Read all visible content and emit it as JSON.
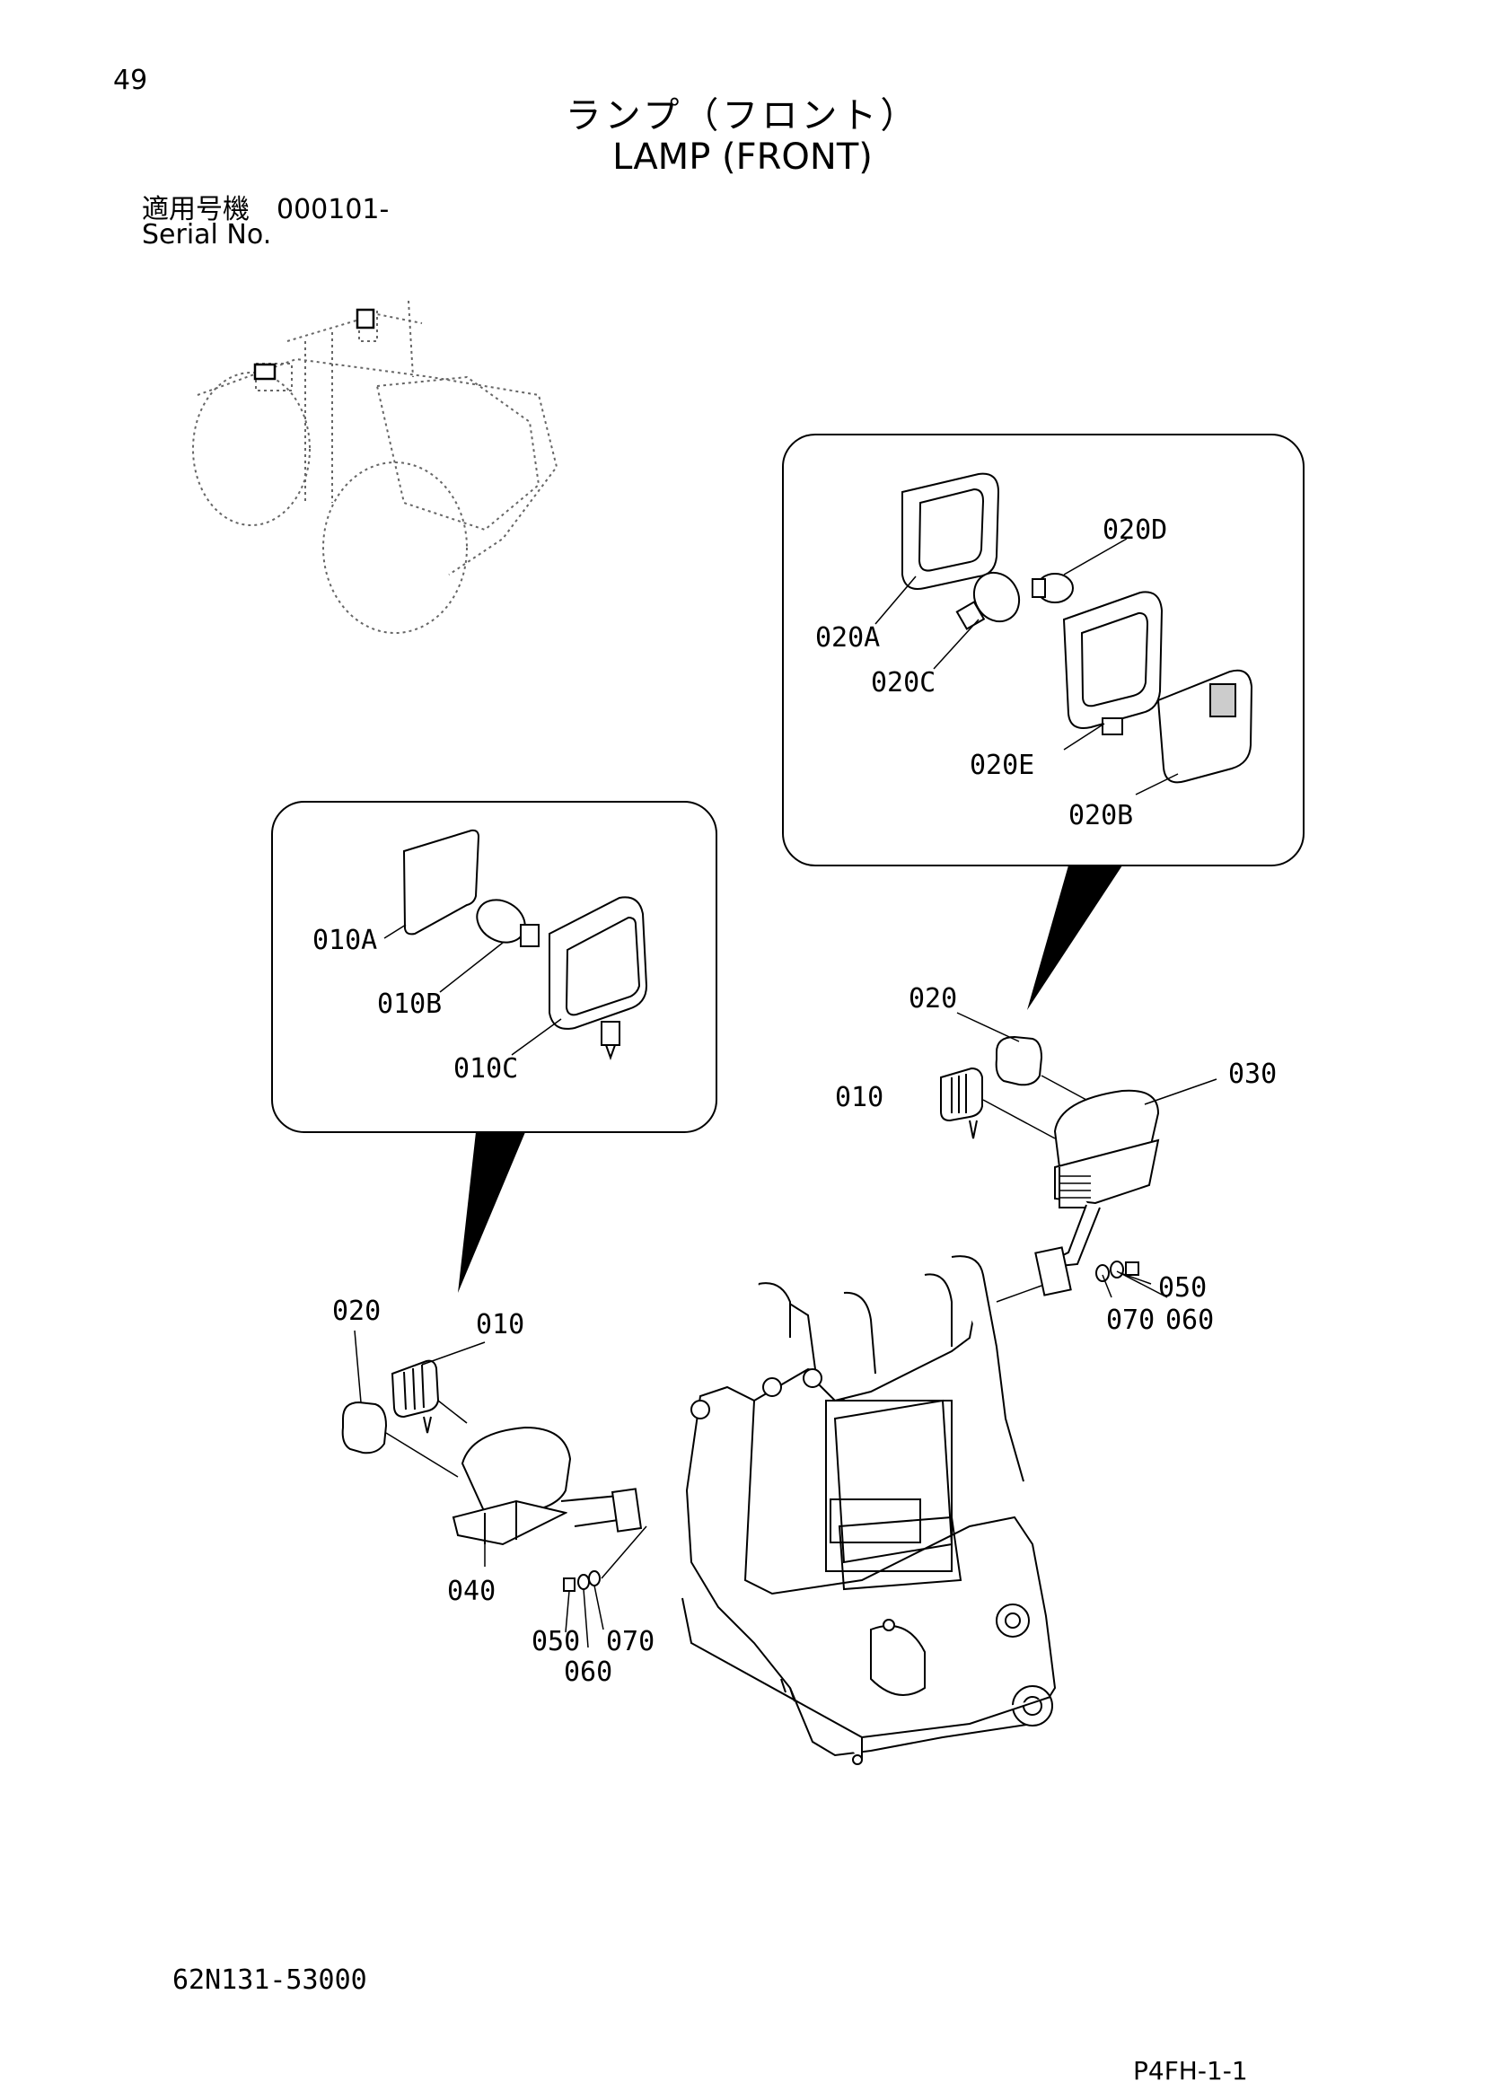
{
  "header": {
    "page_number": "49",
    "title_jp": "ランプ（フロント）",
    "title_en": "LAMP (FRONT)",
    "serial_label_jp": "適用号機　000101-",
    "serial_label_en": "Serial No."
  },
  "callouts": {
    "c020A": "020A",
    "c020D": "020D",
    "c020C": "020C",
    "c020E": "020E",
    "c020B": "020B",
    "c010A": "010A",
    "c010B": "010B",
    "c010C": "010C",
    "c020_right": "020",
    "c010_right": "010",
    "c030": "030",
    "c050_right": "050",
    "c070_right": "070",
    "c060_right": "060",
    "c020_left": "020",
    "c010_left": "010",
    "c040": "040",
    "c050_left": "050",
    "c070_left": "070",
    "c060_left": "060"
  },
  "footer": {
    "doc_number": "62N131-53000",
    "page_code": "P4FH-1-1"
  }
}
